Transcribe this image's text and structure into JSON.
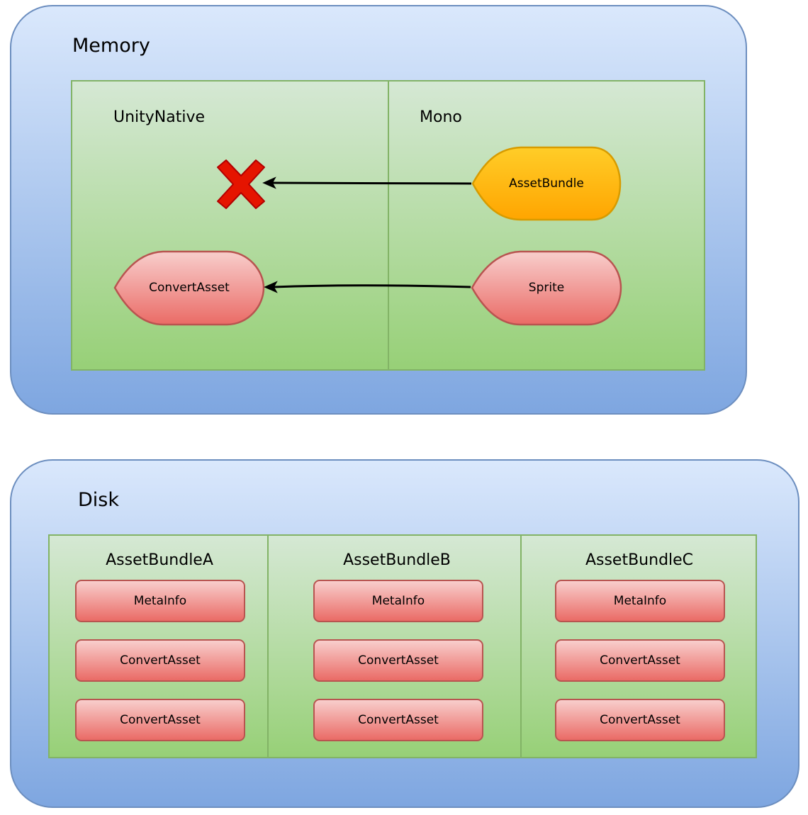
{
  "memory": {
    "title": "Memory",
    "lanes": [
      {
        "label": "UnityNative"
      },
      {
        "label": "Mono"
      }
    ],
    "nodes": {
      "destroyed_marker": {
        "icon": "red-x-icon"
      },
      "asset_bundle": {
        "label": "AssetBundle",
        "color": "#ffcd28"
      },
      "convert_asset": {
        "label": "ConvertAsset",
        "color": "#f8cecc"
      },
      "sprite": {
        "label": "Sprite",
        "color": "#f8cecc"
      }
    },
    "edges": [
      {
        "from": "AssetBundle",
        "to": "destroyed_marker"
      },
      {
        "from": "Sprite",
        "to": "ConvertAsset"
      }
    ]
  },
  "disk": {
    "title": "Disk",
    "bundles": [
      {
        "label": "AssetBundleA",
        "items": [
          "MetaInfo",
          "ConvertAsset",
          "ConvertAsset"
        ]
      },
      {
        "label": "AssetBundleB",
        "items": [
          "MetaInfo",
          "ConvertAsset",
          "ConvertAsset"
        ]
      },
      {
        "label": "AssetBundleC",
        "items": [
          "MetaInfo",
          "ConvertAsset",
          "ConvertAsset"
        ]
      }
    ]
  },
  "colors": {
    "container_fill_top": "#dae8fc",
    "container_fill_bottom": "#7ea6e0",
    "container_stroke": "#6c8ebf",
    "lane_fill_top": "#d5e8d4",
    "lane_fill_bottom": "#97d077",
    "lane_stroke": "#82b366",
    "node_red": "#ea6b66",
    "node_red_stroke": "#b85450",
    "node_orange": "#ffa500",
    "x_red": "#e51400"
  }
}
